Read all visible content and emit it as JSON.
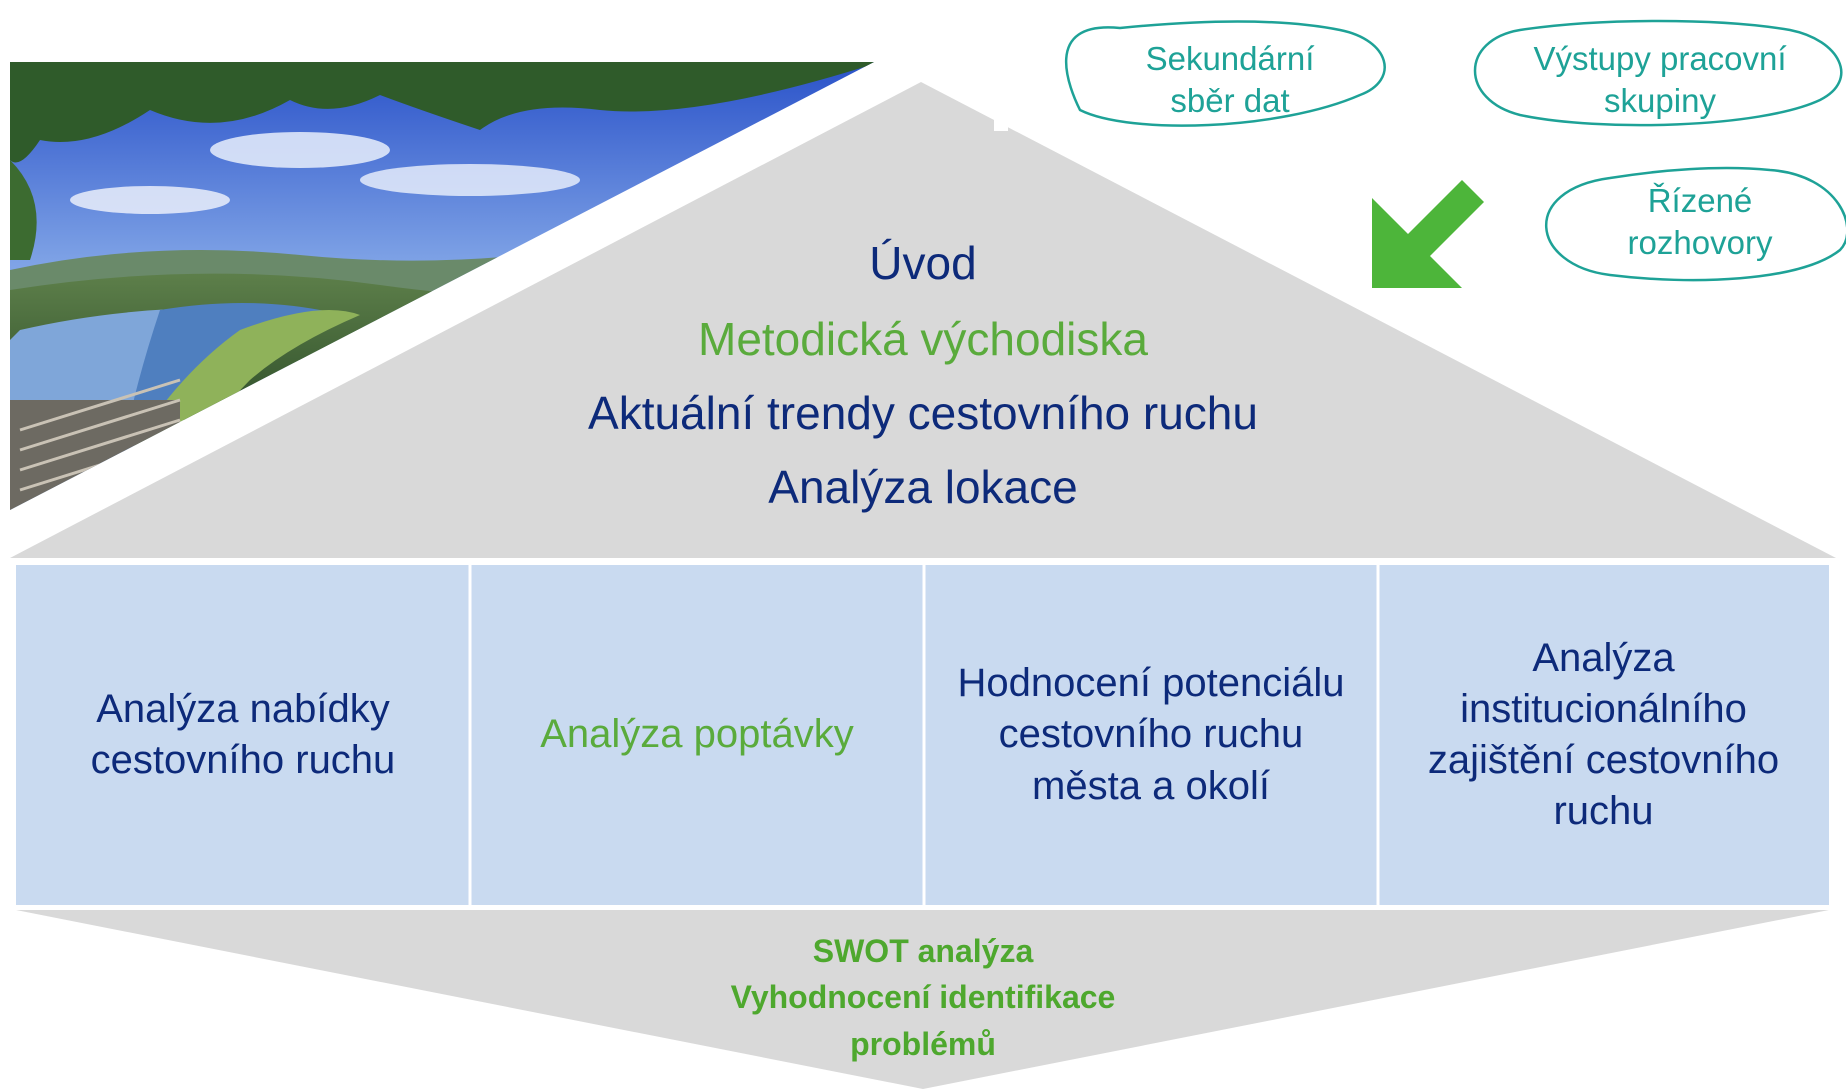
{
  "sources": {
    "secondary": {
      "line1": "Sekundární",
      "line2": "sběr dat"
    },
    "workgroup": {
      "line1": "Výstupy pracovní",
      "line2": "skupiny"
    },
    "interviews": {
      "line1": "Řízené",
      "line2": "rozhovory"
    }
  },
  "roof": {
    "items": [
      {
        "text": "Úvod",
        "color": "#0d2a7a"
      },
      {
        "text": "Metodická východiska",
        "color": "#5aab3c"
      },
      {
        "text": "Aktuální trendy cestovního ruchu",
        "color": "#0d2a7a"
      },
      {
        "text": "Analýza lokace",
        "color": "#0d2a7a"
      }
    ]
  },
  "pillars": [
    {
      "lines": [
        "Analýza nabídky",
        "cestovního ruchu"
      ],
      "color": "#0d2a7a"
    },
    {
      "lines": [
        "Analýza poptávky"
      ],
      "color": "#5aab3c"
    },
    {
      "lines": [
        "Hodnocení potenciálu",
        "cestovního ruchu",
        "města a okolí"
      ],
      "color": "#0d2a7a"
    },
    {
      "lines": [
        "Analýza",
        "institucionálního",
        "zajištění cestovního",
        "ruchu"
      ],
      "color": "#0d2a7a"
    }
  ],
  "base": {
    "lines": [
      "SWOT analýza",
      "Vyhodnocení identifikace",
      "problémů"
    ]
  },
  "colors": {
    "roof_fill": "#d9d9d9",
    "pillar_fill": "#c9daf0",
    "accent_green": "#5aab3c",
    "navy": "#0d2a7a",
    "teal": "#1ea297",
    "arrow_green": "#4db53a"
  }
}
